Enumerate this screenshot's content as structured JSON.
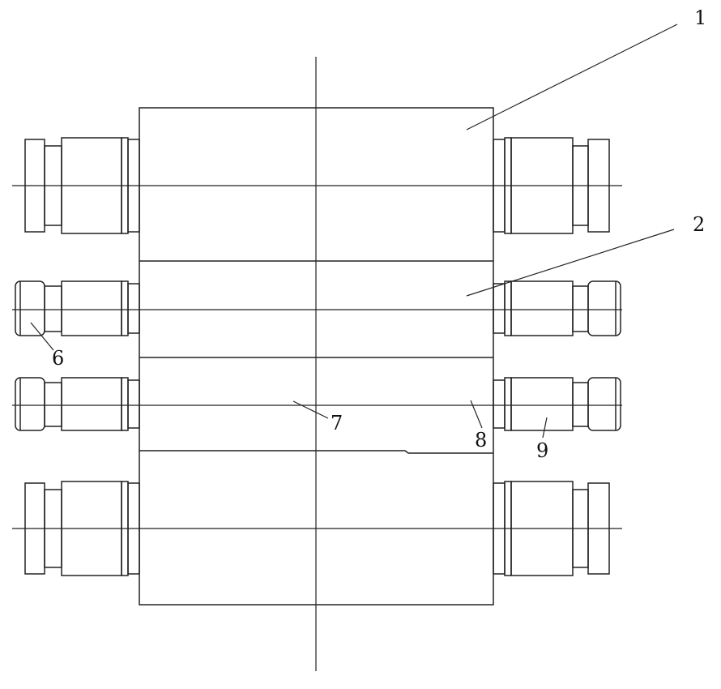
{
  "colors": {
    "line": "#222222",
    "background": "#ffffff"
  },
  "labels": [
    {
      "id": "1",
      "text": "1"
    },
    {
      "id": "2",
      "text": "2"
    },
    {
      "id": "6",
      "text": "6"
    },
    {
      "id": "7",
      "text": "7"
    },
    {
      "id": "8",
      "text": "8"
    },
    {
      "id": "9",
      "text": "9"
    }
  ]
}
